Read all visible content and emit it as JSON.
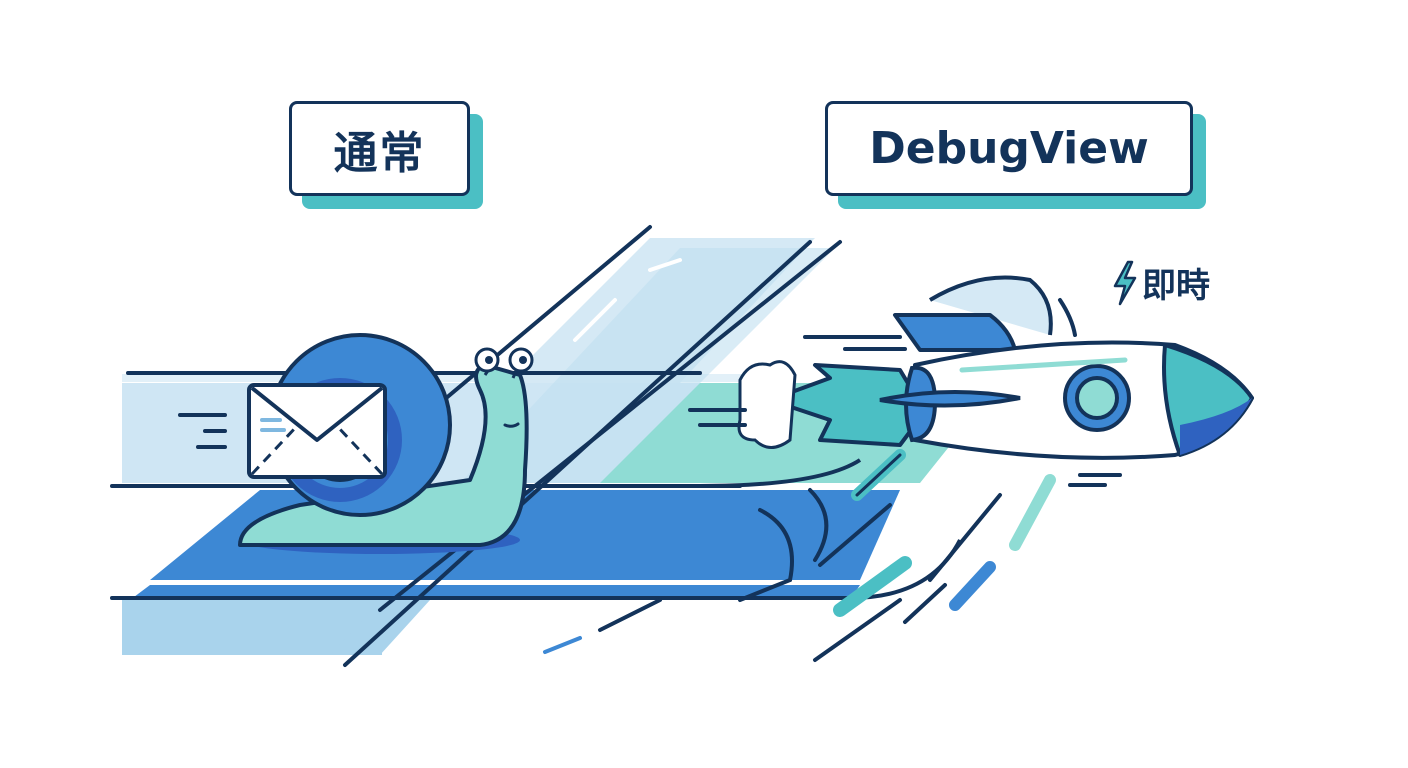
{
  "labels": {
    "normal": "通常",
    "debugview": "DebugView",
    "instant": "即時"
  },
  "icons": {
    "instant": "lightning-bolt-icon",
    "normal_mascot": "snail-icon",
    "payload": "envelope-icon",
    "debug_mascot": "rocket-icon"
  },
  "colors": {
    "outline": "#13335a",
    "teal": "#4bbfc4",
    "blue": "#3d88d4",
    "light_blue": "#cfe6f4",
    "mint": "#8fdcd4",
    "deep_blue": "#2f62c0"
  }
}
